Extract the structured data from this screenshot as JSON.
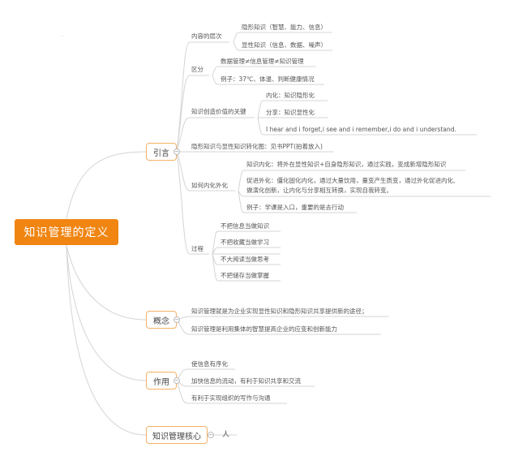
{
  "root": "知识管理的定义",
  "categories": {
    "intro": "引言",
    "concept": "概念",
    "role": "作用",
    "core": "知识管理核心"
  },
  "intro": {
    "levels": {
      "label": "内容的层次",
      "items": [
        "隐形知识（智慧、能力、信息）",
        "显性知识（信息、数据、噪声）"
      ]
    },
    "diff": {
      "label": "区分",
      "items": [
        "数据管理≠信息管理≠知识管理",
        "例子：37℃、体温、判断健康情况"
      ]
    },
    "key": {
      "label": "知识创造价值的关键",
      "items": [
        "内化：知识隐形化",
        "分享：知识显性化",
        "I hear and i forget,i see and i remember,i do and i understand."
      ]
    },
    "convert": "隐形知识与显性知识转化图：见书PPT(拍着放入)",
    "inout": {
      "label": "如何内化外化",
      "items": [
        "知识内化：将外在显性知识+自身隐形知识，通过实践，变成新增隐形知识",
        "促进外化：僵化固化内化，通过大量饮用，量变产生质变，通过外化促进内化,",
        "做演化创新，让内化与分享相互转换，实现自我转变。",
        "例子：学课是入口，重要的是去行动"
      ]
    },
    "process": {
      "label": "过程",
      "items": [
        "不把信息当做知识",
        "不把收藏当做学习",
        "不大阅读当做思考",
        "不把储存当做掌握"
      ]
    }
  },
  "concept": {
    "items": [
      "知识管理就是为企业实现显性知识和隐形知识共享提供新的途径；",
      "知识管理是利用集体的智慧提高企业的应变和创新能力"
    ]
  },
  "role": {
    "items": [
      "使信息有序化",
      "加快信息的流动，有利于知识共享和交流",
      "有利于实现组织的写作与沟通"
    ]
  },
  "core": {
    "items": [
      "人"
    ]
  }
}
